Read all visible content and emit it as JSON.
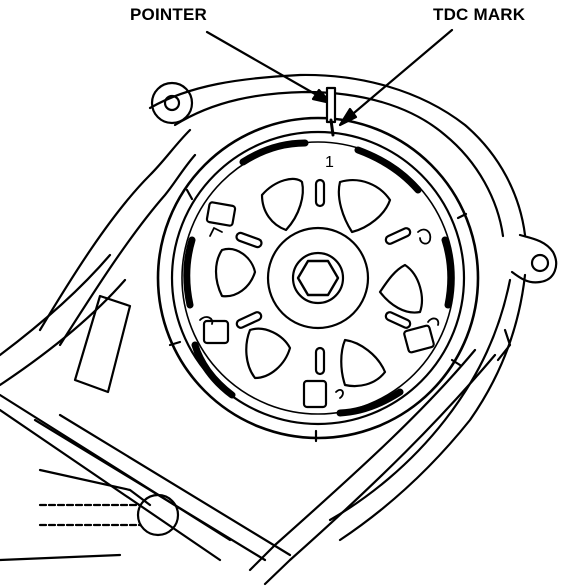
{
  "labels": {
    "pointer": "POINTER",
    "tdc_mark": "TDC MARK"
  },
  "pulley": {
    "cylinder_mark": "1"
  },
  "colors": {
    "ink": "#000000",
    "background": "#ffffff"
  }
}
